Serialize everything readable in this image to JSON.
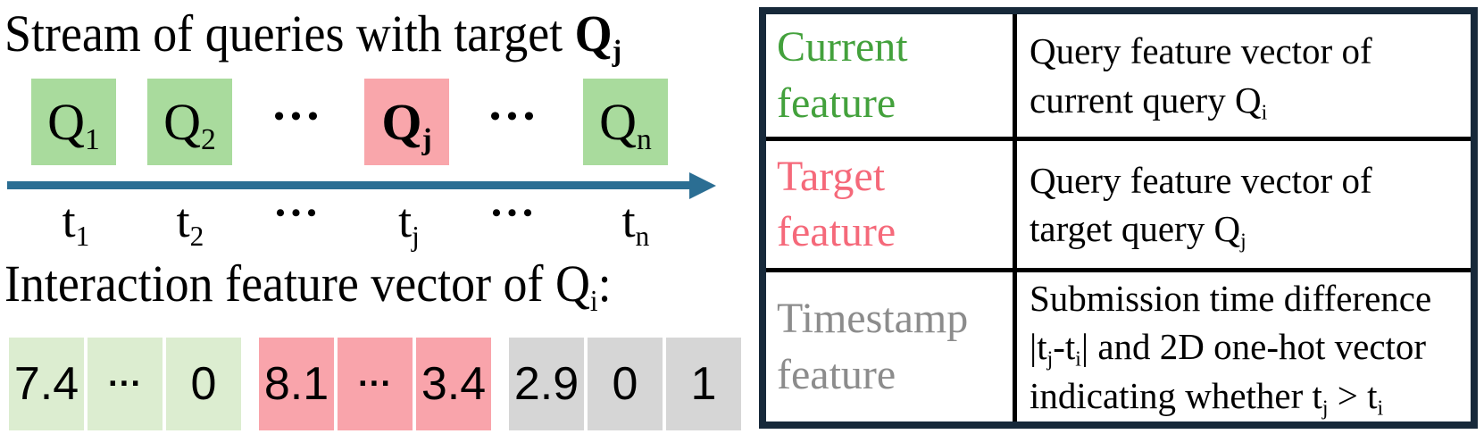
{
  "colors": {
    "box_green": "#a9db9d",
    "box_pink": "#f9a6ab",
    "cell_green": "#dcedd0",
    "cell_pink": "#f9a4ab",
    "cell_gray": "#d6d6d6",
    "arrow_teal": "#2b6e93",
    "table_border_navy": "#17293a",
    "text_green": "#43a13c",
    "text_pink": "#f5697a",
    "text_gray": "#8c8c8c"
  },
  "stream": {
    "title_segs": [
      {
        "t": "Stream of queries with target "
      },
      {
        "t": "Q",
        "b": true
      },
      {
        "t": "j",
        "s": true,
        "b": true
      }
    ],
    "items": [
      {
        "kind": "box",
        "color": "green",
        "segs": [
          {
            "t": "Q"
          },
          {
            "t": "1",
            "s": true
          }
        ]
      },
      {
        "kind": "box",
        "color": "green",
        "segs": [
          {
            "t": "Q"
          },
          {
            "t": "2",
            "s": true
          }
        ]
      },
      {
        "kind": "dots",
        "t": "•••"
      },
      {
        "kind": "box",
        "color": "pink",
        "segs": [
          {
            "t": "Q",
            "b": true
          },
          {
            "t": "j",
            "s": true,
            "b": true
          }
        ]
      },
      {
        "kind": "dots",
        "t": "•••"
      },
      {
        "kind": "box",
        "color": "green",
        "segs": [
          {
            "t": "Q"
          },
          {
            "t": "n",
            "s": true
          }
        ]
      }
    ],
    "timeline": [
      {
        "kind": "label",
        "segs": [
          {
            "t": "t"
          },
          {
            "t": "1",
            "s": true
          }
        ]
      },
      {
        "kind": "label",
        "segs": [
          {
            "t": "t"
          },
          {
            "t": "2",
            "s": true
          }
        ]
      },
      {
        "kind": "dots",
        "t": "•••"
      },
      {
        "kind": "label",
        "segs": [
          {
            "t": "t"
          },
          {
            "t": "j",
            "s": true
          }
        ]
      },
      {
        "kind": "dots",
        "t": "•••"
      },
      {
        "kind": "label",
        "segs": [
          {
            "t": "t"
          },
          {
            "t": "n",
            "s": true
          }
        ]
      }
    ]
  },
  "interaction": {
    "title_segs": [
      {
        "t": "Interaction feature vector of "
      },
      {
        "t": "Q"
      },
      {
        "t": "i",
        "s": true
      },
      {
        "t": ":"
      }
    ],
    "cells": [
      {
        "t": "7.4",
        "group": "current"
      },
      {
        "t": "···",
        "group": "current",
        "dots": true
      },
      {
        "t": "0",
        "group": "current"
      },
      {
        "t": "8.1",
        "group": "target"
      },
      {
        "t": "···",
        "group": "target",
        "dots": true
      },
      {
        "t": "3.4",
        "group": "target"
      },
      {
        "t": "2.9",
        "group": "timestamp"
      },
      {
        "t": "0",
        "group": "timestamp"
      },
      {
        "t": "1",
        "group": "timestamp"
      }
    ]
  },
  "legend": {
    "rows": [
      {
        "label_lines": [
          "Current",
          "feature"
        ],
        "label_color": "green",
        "desc_lines": [
          [
            {
              "t": "Query feature vector of"
            }
          ],
          [
            {
              "t": "current query Q"
            },
            {
              "t": "i",
              "s": true
            }
          ]
        ]
      },
      {
        "label_lines": [
          "Target",
          "feature"
        ],
        "label_color": "pink",
        "desc_lines": [
          [
            {
              "t": "Query feature vector of"
            }
          ],
          [
            {
              "t": "target query Q"
            },
            {
              "t": "j",
              "s": true
            }
          ]
        ]
      },
      {
        "label_lines": [
          "Timestamp",
          "feature"
        ],
        "label_color": "gray",
        "desc_lines": [
          [
            {
              "t": "Submission time difference"
            }
          ],
          [
            {
              "t": "|t"
            },
            {
              "t": "j",
              "s": true
            },
            {
              "t": "-t"
            },
            {
              "t": "i",
              "s": true
            },
            {
              "t": "| and 2D one-hot vector"
            }
          ],
          [
            {
              "t": "indicating whether t"
            },
            {
              "t": "j",
              "s": true
            },
            {
              "t": " > t"
            },
            {
              "t": "i",
              "s": true
            }
          ]
        ]
      }
    ]
  }
}
